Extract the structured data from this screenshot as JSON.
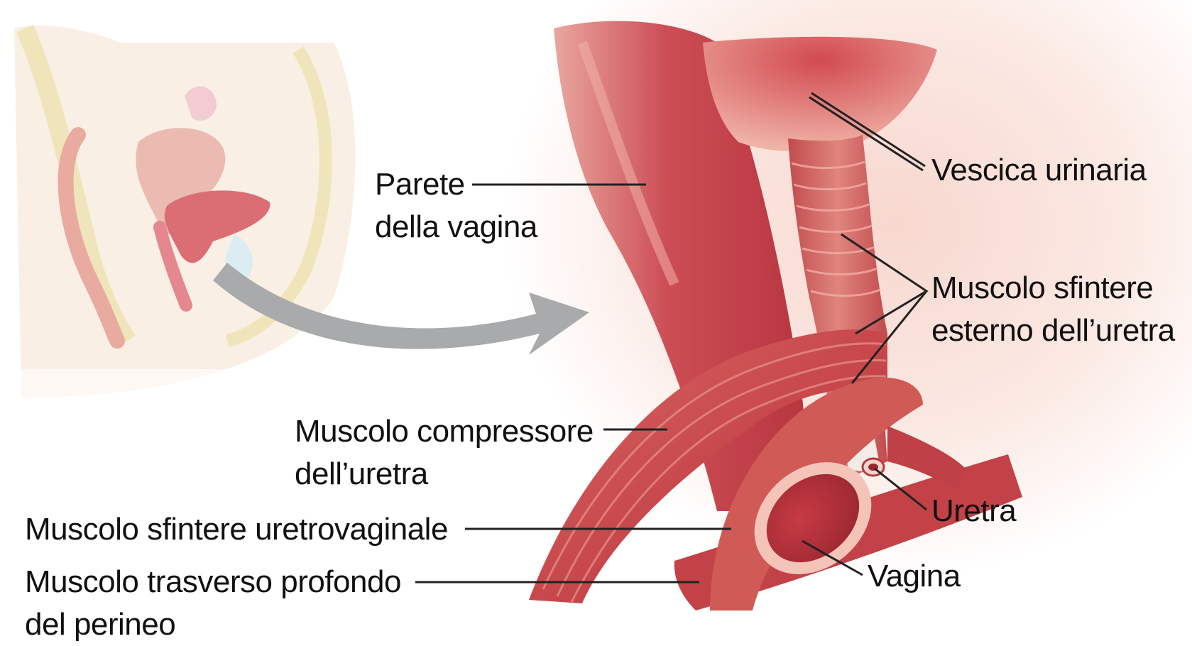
{
  "labels": {
    "parete": [
      "Parete",
      "della vagina"
    ],
    "vescica": [
      "Vescica urinaria"
    ],
    "sfintere_esterno": [
      "Muscolo sfintere",
      "esterno dell’uretra"
    ],
    "compressore": [
      "Muscolo compressore",
      "dell’uretra"
    ],
    "uretrovaginale": [
      "Muscolo sfintere uretrovaginale"
    ],
    "trasverso": [
      "Muscolo trasverso profondo",
      "del perineo"
    ],
    "uretra": [
      "Uretra"
    ],
    "vagina": [
      "Vagina"
    ]
  },
  "colors": {
    "muscle": "#c9444b",
    "muscle_light": "#e58a7f",
    "tissue_pale": "#f6dcd3",
    "skin_pale": "#f7ead8",
    "arrow_gray": "#a9aaab",
    "urethra_white": "#f3ece6",
    "leader_line": "#222222"
  }
}
